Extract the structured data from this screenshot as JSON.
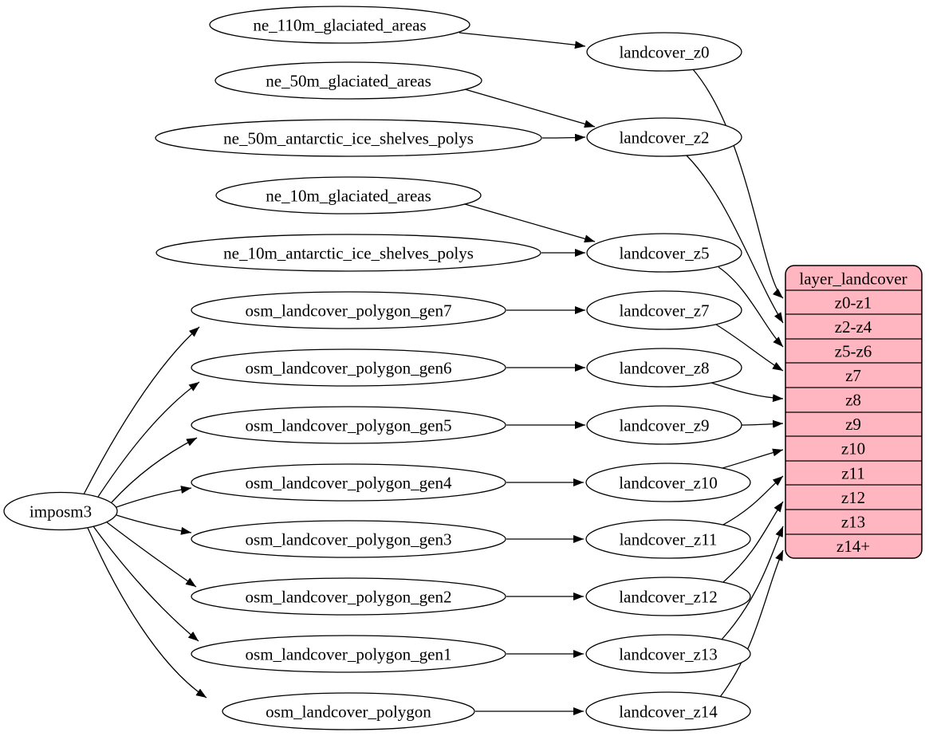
{
  "colors": {
    "background": "#ffffff",
    "node_fill": "#ffffff",
    "node_stroke": "#000000",
    "edge": "#000000",
    "table_fill": "#ffb6c1"
  },
  "nodes": {
    "root": "imposm3",
    "sources": [
      "ne_110m_glaciated_areas",
      "ne_50m_glaciated_areas",
      "ne_50m_antarctic_ice_shelves_polys",
      "ne_10m_glaciated_areas",
      "ne_10m_antarctic_ice_shelves_polys",
      "osm_landcover_polygon_gen7",
      "osm_landcover_polygon_gen6",
      "osm_landcover_polygon_gen5",
      "osm_landcover_polygon_gen4",
      "osm_landcover_polygon_gen3",
      "osm_landcover_polygon_gen2",
      "osm_landcover_polygon_gen1",
      "osm_landcover_polygon"
    ],
    "intermediates": [
      "landcover_z0",
      "landcover_z2",
      "landcover_z5",
      "landcover_z7",
      "landcover_z8",
      "landcover_z9",
      "landcover_z10",
      "landcover_z11",
      "landcover_z12",
      "landcover_z13",
      "landcover_z14"
    ]
  },
  "table": {
    "title": "layer_landcover",
    "rows": [
      "z0-z1",
      "z2-z4",
      "z5-z6",
      "z7",
      "z8",
      "z9",
      "z10",
      "z11",
      "z12",
      "z13",
      "z14+"
    ]
  },
  "edges": [
    {
      "from": "ne_110m_glaciated_areas",
      "to": "landcover_z0"
    },
    {
      "from": "ne_50m_glaciated_areas",
      "to": "landcover_z2"
    },
    {
      "from": "ne_50m_antarctic_ice_shelves_polys",
      "to": "landcover_z2"
    },
    {
      "from": "ne_10m_glaciated_areas",
      "to": "landcover_z5"
    },
    {
      "from": "ne_10m_antarctic_ice_shelves_polys",
      "to": "landcover_z5"
    },
    {
      "from": "imposm3",
      "to": "osm_landcover_polygon_gen7"
    },
    {
      "from": "imposm3",
      "to": "osm_landcover_polygon_gen6"
    },
    {
      "from": "imposm3",
      "to": "osm_landcover_polygon_gen5"
    },
    {
      "from": "imposm3",
      "to": "osm_landcover_polygon_gen4"
    },
    {
      "from": "imposm3",
      "to": "osm_landcover_polygon_gen3"
    },
    {
      "from": "imposm3",
      "to": "osm_landcover_polygon_gen2"
    },
    {
      "from": "imposm3",
      "to": "osm_landcover_polygon_gen1"
    },
    {
      "from": "imposm3",
      "to": "osm_landcover_polygon"
    },
    {
      "from": "osm_landcover_polygon_gen7",
      "to": "landcover_z7"
    },
    {
      "from": "osm_landcover_polygon_gen6",
      "to": "landcover_z8"
    },
    {
      "from": "osm_landcover_polygon_gen5",
      "to": "landcover_z9"
    },
    {
      "from": "osm_landcover_polygon_gen4",
      "to": "landcover_z10"
    },
    {
      "from": "osm_landcover_polygon_gen3",
      "to": "landcover_z11"
    },
    {
      "from": "osm_landcover_polygon_gen2",
      "to": "landcover_z12"
    },
    {
      "from": "osm_landcover_polygon_gen1",
      "to": "landcover_z13"
    },
    {
      "from": "osm_landcover_polygon",
      "to": "landcover_z14"
    },
    {
      "from": "landcover_z0",
      "to": "layer_landcover.z0-z1"
    },
    {
      "from": "landcover_z2",
      "to": "layer_landcover.z2-z4"
    },
    {
      "from": "landcover_z5",
      "to": "layer_landcover.z5-z6"
    },
    {
      "from": "landcover_z7",
      "to": "layer_landcover.z7"
    },
    {
      "from": "landcover_z8",
      "to": "layer_landcover.z8"
    },
    {
      "from": "landcover_z9",
      "to": "layer_landcover.z9"
    },
    {
      "from": "landcover_z10",
      "to": "layer_landcover.z10"
    },
    {
      "from": "landcover_z11",
      "to": "layer_landcover.z11"
    },
    {
      "from": "landcover_z12",
      "to": "layer_landcover.z12"
    },
    {
      "from": "landcover_z13",
      "to": "layer_landcover.z13"
    },
    {
      "from": "landcover_z14",
      "to": "layer_landcover.z14+"
    }
  ]
}
